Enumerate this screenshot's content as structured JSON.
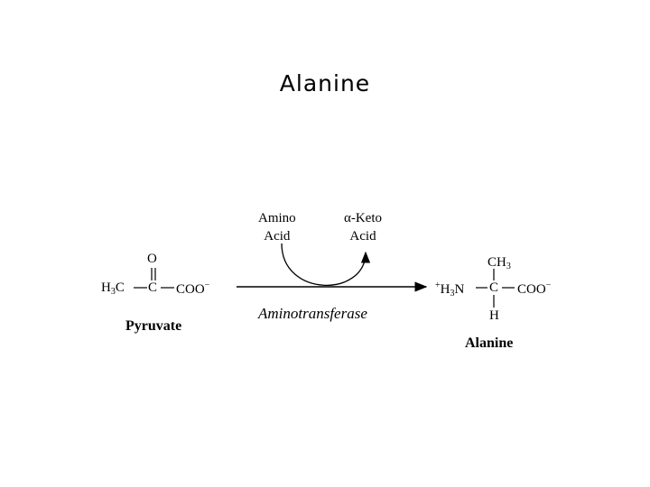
{
  "slide": {
    "title": "Alanine"
  },
  "pyruvate": {
    "name": "Pyruvate",
    "left_group": "H",
    "left_sub": "3",
    "left_suffix": "C",
    "carbon": "C",
    "carbonyl_oxygen": "O",
    "carboxylate": "COO",
    "charge": "−"
  },
  "reaction": {
    "input_cofactor": [
      "Amino",
      "Acid"
    ],
    "output_cofactor": [
      "α-Keto",
      "Acid"
    ],
    "enzyme": "Aminotransferase"
  },
  "alanine": {
    "name": "Alanine",
    "amino_charge": "+",
    "amino_group": "H",
    "amino_sub": "3",
    "amino_suffix": "N",
    "carbon": "C",
    "top_group": "CH",
    "top_sub": "3",
    "bottom_group": "H",
    "carboxylate": "COO",
    "charge": "−"
  }
}
